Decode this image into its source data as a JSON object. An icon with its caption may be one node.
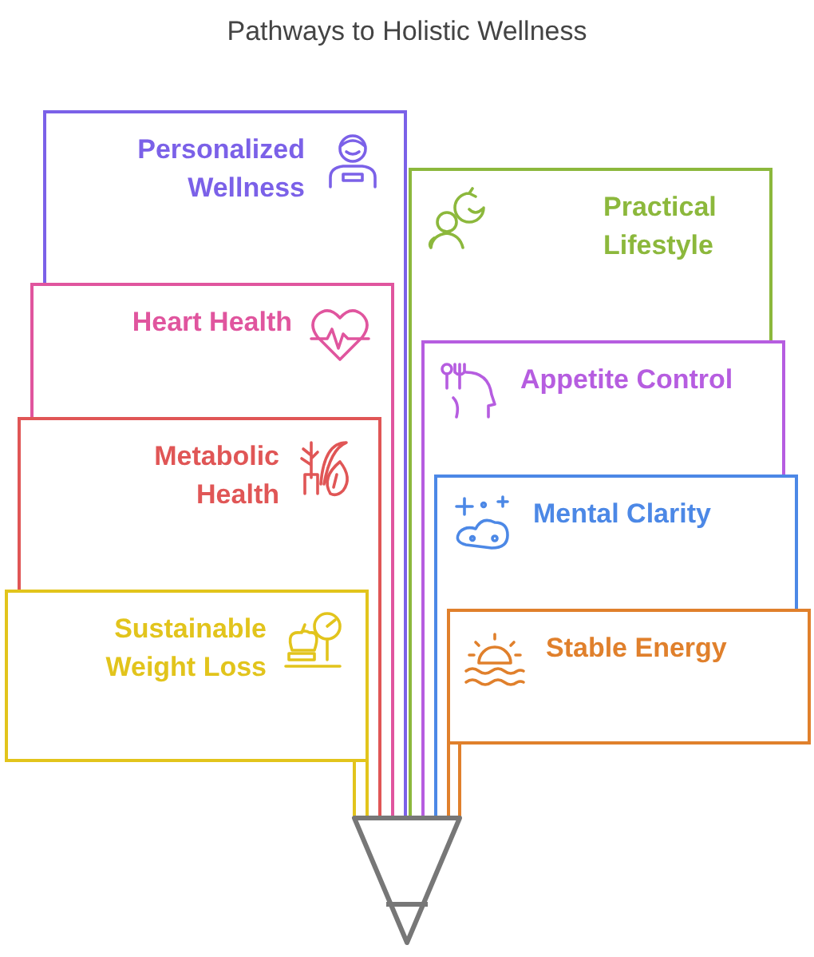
{
  "diagram": {
    "title": "Pathways to Holistic Wellness",
    "nodes": [
      {
        "text": [
          "Personalized Wellness"
        ]
      },
      {
        "text": [
          "Practical Lifestyle"
        ]
      },
      {
        "text": [
          "Heart Health"
        ]
      },
      {
        "text": [
          "Appetite Control"
        ]
      },
      {
        "text": [
          "Metabolic Health"
        ]
      },
      {
        "text": [
          "Mental Clarity"
        ]
      },
      {
        "text": [
          "Sustainable Weight Loss"
        ]
      },
      {
        "text": [
          "Stable Energy"
        ]
      },
      {
        "text": [],
        "shape": "funnel"
      }
    ],
    "edges": [
      {
        "from": 0,
        "to": 8,
        "arrow": "none",
        "color": "#7b61e8"
      },
      {
        "from": 1,
        "to": 8,
        "arrow": "none",
        "color": "#8cb83c"
      },
      {
        "from": 2,
        "to": 8,
        "arrow": "none",
        "color": "#e0559e"
      },
      {
        "from": 3,
        "to": 8,
        "arrow": "none",
        "color": "#b65de0"
      },
      {
        "from": 4,
        "to": 8,
        "arrow": "none",
        "color": "#e05656"
      },
      {
        "from": 5,
        "to": 8,
        "arrow": "none",
        "color": "#4c88e6"
      },
      {
        "from": 6,
        "to": 8,
        "arrow": "none",
        "color": "#e2c41c"
      },
      {
        "from": 7,
        "to": 8,
        "arrow": "none",
        "color": "#e0802c"
      }
    ]
  }
}
